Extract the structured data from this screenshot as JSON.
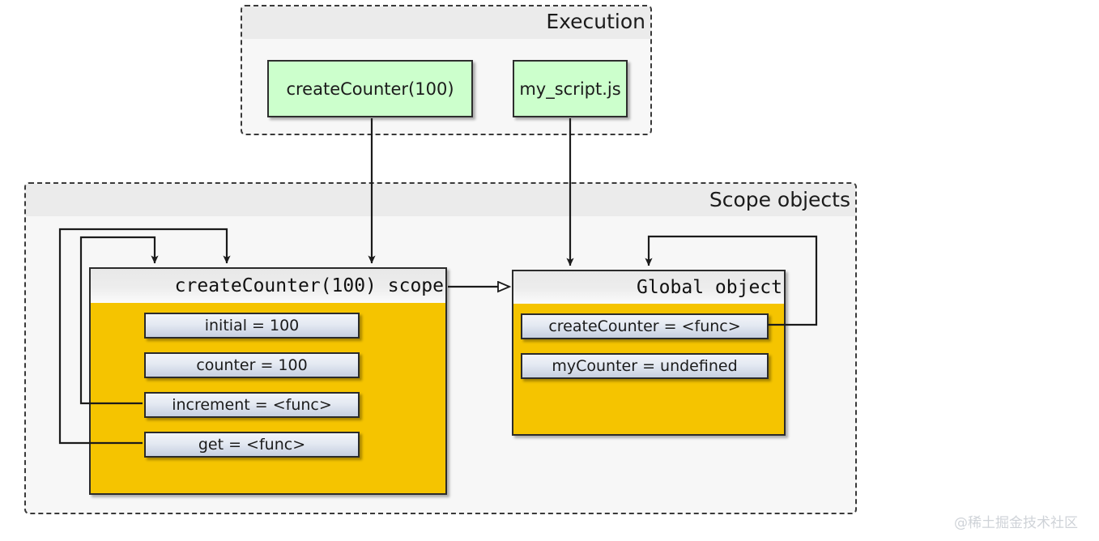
{
  "diagram": {
    "type": "javascript-closure-scope-diagram",
    "containers": [
      {
        "id": "execution",
        "title": "Execution"
      },
      {
        "id": "scope_objects",
        "title": "Scope objects"
      }
    ]
  },
  "execution": {
    "title": "Execution",
    "frames": [
      {
        "label": "createCounter(100)"
      },
      {
        "label": "my_script.js"
      }
    ]
  },
  "scope_objects": {
    "title": "Scope objects",
    "boxes": [
      {
        "id": "create_counter_scope",
        "title": "createCounter(100) scope",
        "rows": [
          {
            "label": "initial = 100"
          },
          {
            "label": "counter = 100"
          },
          {
            "label": "increment = <func>"
          },
          {
            "label": "get = <func>"
          }
        ]
      },
      {
        "id": "global_object",
        "title": "Global object",
        "rows": [
          {
            "label": "createCounter = <func>"
          },
          {
            "label": "myCounter = undefined"
          }
        ]
      }
    ]
  },
  "edges": [
    {
      "from": "createCounter(100)",
      "to": "createCounter(100) scope",
      "kind": "arrow"
    },
    {
      "from": "my_script.js",
      "to": "Global object",
      "kind": "arrow"
    },
    {
      "from": "createCounter(100) scope",
      "to": "Global object",
      "kind": "hollow-triangle"
    },
    {
      "from": "increment = <func>",
      "to": "createCounter(100) scope",
      "kind": "arrow"
    },
    {
      "from": "get = <func>",
      "to": "createCounter(100) scope",
      "kind": "arrow"
    },
    {
      "from": "createCounter = <func>",
      "to": "Global object",
      "kind": "arrow"
    }
  ],
  "colors": {
    "execution_box_fill": "#ccffcc",
    "scope_fill": "#f5c400",
    "variable_row_fill": "#e4e9f2",
    "container_fill": "#f7f7f7",
    "container_header_fill": "#ebebeb",
    "border": "#2b2b2b"
  },
  "watermark": {
    "text": "@稀土掘金技术社区"
  }
}
